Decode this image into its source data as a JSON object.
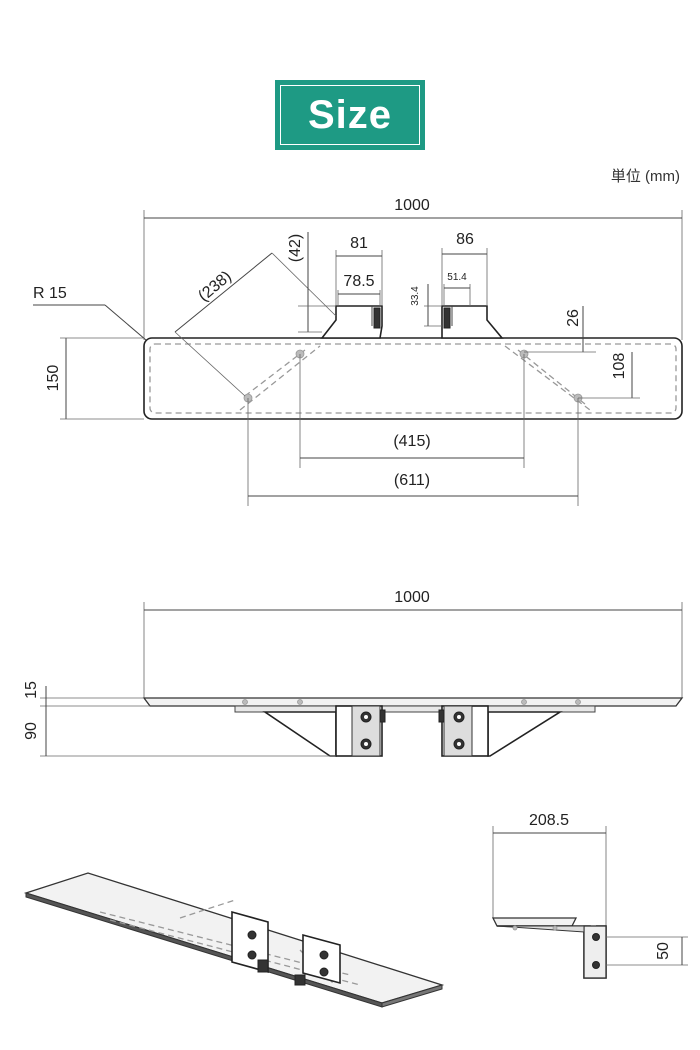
{
  "header": {
    "title": "Size"
  },
  "unit_label": "単位 (mm)",
  "top_view": {
    "width": "1000",
    "depth": "150",
    "corner_radius": "R 15",
    "arm_length": "(238)",
    "offset": "(42)",
    "bracket_left_outer": "81",
    "bracket_left_inner": "78.5",
    "bracket_right_outer": "86",
    "bracket_right_inner": "51.4",
    "bracket_height": "33.4",
    "side_offset": "26",
    "arm_depth": "108",
    "inner_span": "(415)",
    "outer_span": "(611)"
  },
  "front_view": {
    "width": "1000",
    "thickness": "15",
    "height": "90"
  },
  "side_view": {
    "depth": "208.5",
    "height": "50"
  },
  "colors": {
    "accent": "#1e9a84"
  }
}
